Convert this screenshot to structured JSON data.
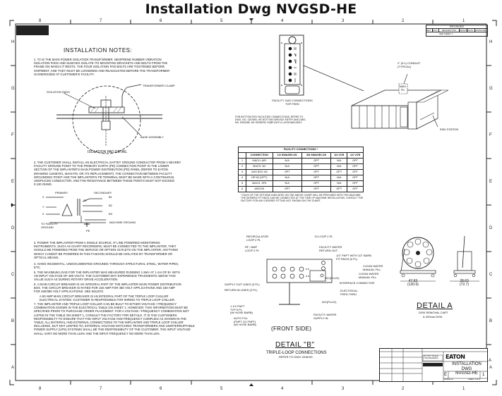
{
  "title": "Installation Dwg NVGSD-HE",
  "border": {
    "columns_top": [
      "8",
      "7",
      "6",
      "5",
      "4",
      "3",
      "2",
      "1"
    ],
    "columns_bottom": [
      "8",
      "7",
      "6",
      "5",
      "4",
      "3",
      "2",
      "1"
    ],
    "rows_left": [
      "H",
      "G",
      "F",
      "E",
      "D",
      "C",
      "B",
      "A"
    ],
    "rows_right": [
      "H",
      "G",
      "F",
      "E",
      "D",
      "C",
      "B",
      "A"
    ]
  },
  "revisions_block": {
    "title": "REVISIONS",
    "headers": [
      "REV",
      "ECO",
      "DESCRIPTION",
      "DRAFT",
      "DATE",
      "APPROVED"
    ],
    "row": [
      "",
      "",
      "SEE SHEET 1",
      "",
      "",
      ""
    ]
  },
  "notes": {
    "heading": "INSTALLATION NOTES:",
    "note1": "1. T2 IS THE MAIN POWER ISOLATION TRANSFORMER. NEOPRENE RUBBER VIBRATION ISOLATION PADS AND SLEEVES ISOLATE ITS MOUNTING BRACKETS AND BOLTS FROM THE FRAME ON WHICH IT RESTS. THE FOUR ISOLATION PAD BOLTS ARE TIGHTENED BEFORE SHIPMENT, AND THEY MUST BE LOOSENED AND READJUSTED BEFORE THE TRANSFORMER IS ENERGIZED AT CUSTOMER'S FACILITY.",
    "note2": "2. THE CUSTOMER SHALL INSTALL AN ELECTRICAL SAFTEY GROUND CONDUCTOR FROM A NEARBY FACILITY GROUND POINT TO THE PRIMARY EARTH (PE) CONNECTION POINT IN THE LOWER SECTION OF THE IMPLANTER'S MAIN POWER DISTRIBUTION (PD) PANEL (REFER TO EATON DRAWING 1194670/1, MAIN PD, OR ITS REPLACEMENT). THE CONNECTION BETWEEN FACILITY GROUNDING POINT AND THE IMPLANTER'S PE TERMINAL MUST BE MADE WITH A CONTINUOUS, UNSPLICED CONDUCTOR, AND THE RESISTANCE BETWEEN THESE POINTS MUST NOT EXCEED 0.100 OHMS.",
    "note3": "3. POWER THE IMPLANTER FROM A SINGLE SOURCE. IF LINE POWERED MONITORING INSTRUMENTS, SUCH AS CHART RECORDERS, MUST BE CONNECTED TO THE IMPLANTER, THEY SHOULD BE POWERED FROM THE SERVICE OR OPTION OUTLETS ON THE IMPLANTER. ANYTHING WHICH CANNOT BE POWERED IN THIS FASHION SHOULD BE ISOLATED BY TRANSFORMER OR OPTICAL MEANS.",
    "note4": "4. AVOID INCIDENTAL, UNDOCUMENTED GROUNDS THROUGH STRUCTURAL STEEL, WATER PIPES, ETC.",
    "note5": "5. THE MAXIMUM LOAD FOR THE IMPLANTER WAS MEASURED RUNNING 1 MeV AT 1 mA OF B+ WITH AN INPUT VOLTAGE OF 480 VOLTS. THE CUSTOMER MAY EXPERIENCE TRANSIENTS ABOVE THIS VALUE SUCH AS DURING ROTARY DRIVE ACCELERATION.",
    "note6": "6. A MAIN CIRCUIT BREAKER IS AN INTEGRAL PART OF THE IMPLANTER MAIN POWER DISTRIBUTION BOX. THE CIRCUIT BREAKER IS RATED FOR 150 AMP FOR 480 VOLT APPLICATIONS AND 180 AMP FOR 400/380 VOLT APPLICATIONS. SEE 8411070.",
    "note6b": "A 60 AMP MAIN CIRCUIT BREAKER IS AN INTEGRAL PART OF THE TRIPLE LOOP CHILLER ELECTRICAL SYSTEM. CUSTOMER IS RESPONSIBLE FOR WIRING TO TRIPLE LOOP CHILLER.",
    "note7": "7. THE IMPLANTER AND TRIPLE LOOP CHILLER CAN BE BUILT TO EITHER VOLTAGE / FREQUENCY COMBINATION SHOWN IN THE ELECTRICAL TABLE ON SHEET 1. HOWEVER, THIS INFORMATION MUST BE SPECIFIED PRIOR TO PURCHASE ORDER PLACEMENT. FOR A VOLTAGE / FREQUENCY COMBINATION NOT LISTED IN THE TABLE ON SHEET 1, CONSULT THE FACTORY FOR DETAILS. IT IS THE CUSTOMERS RESPONSIBILTY TO ENSURE THAT THE INPUT VOLTAGE AND FREQUENCY COMPLIES AS SHOWN IN THE TABLE; ALL MATERIAL AND EXTERNAL CONNECTIONS TO THE IMPLANTER AND TRIPLE LOOP CHILLER INCLUDING, BUT NOT LIMITED TO, EXTERNAL VOLTAGE MATCHING TRANSFORMERS AND UNINTERRUPTABLE POWER SUPPLY (UPS) SYSTEMS SHALL BE THE RESPONSIBILTY OF THE CUSTOMER. THE INPUT VOLTAGE SHALL VARY NO MORE THAN ±10% AND THE INPUT FREQUENCY NO MORE THAN ±5%."
  },
  "isolation_detail": {
    "label_pads": "ISOLATION PADS",
    "label_clamp": "TRANSFORMER CLAMP",
    "label_base": "BASE ASSEMBLY",
    "caption": "ISOLATION PAD DETAIL"
  },
  "transformer": {
    "primary": "PRIMARY",
    "secondary": "SECONDARY",
    "t2": "T2",
    "x": "X",
    "y": "Y",
    "z": "Z",
    "b1": "B1",
    "b2": "B2",
    "b3": "B3",
    "facility_ground": "TO FACILITY\nGROUND",
    "machine_ground": "MACHINE GROUND",
    "pe": "PE"
  },
  "gas_panel": {
    "caption1": "FACILITY GAS CONNECTIONS",
    "caption2": "TOP FEED",
    "bottom_note": "FOR BOTTOM FED FACILITIES CONNECTIONS, REFER TO DWG. NO. 1157890, HE BOTTOM SERVICE ENTRY AND DWG. NO. 8300285, HE GENERIC SUBPLATE & LAYDOWN ASSY."
  },
  "machine": {
    "conduit": "2\" (5.1) CONDUIT\n(TYPICAL)",
    "main_pd": "MAIN\nPD",
    "end_station": "END STATION"
  },
  "facility_connections": {
    "title": "FACILITY CONNECTIONS *",
    "headers": [
      "",
      "CONNECTION",
      "1/4 SWAGELOK",
      "3/8 SWAGELOK",
      "1/4 VCR",
      "1/2 VCR"
    ],
    "rows": [
      [
        "1",
        "MACH. AIR",
        "N/A",
        "OPT",
        "N/A",
        "OPT"
      ],
      [
        "2",
        "MACH. N2",
        "N/A",
        "OPT",
        "N/A",
        "OPT"
      ],
      [
        "3",
        "GAS BOX N2",
        "OPT",
        "OPT",
        "OPT",
        "OPT"
      ],
      [
        "4",
        "HP N2 (OPT)",
        "N/A",
        "OPT",
        "N/A",
        "OPT"
      ],
      [
        "5",
        "MACH. SF6",
        "N/A",
        "OPT",
        "N/A",
        "OPT"
      ],
      [
        "6",
        "ARGON",
        "OPT",
        "OPT",
        "OPT",
        "OPT"
      ]
    ],
    "footnote": "* EACH OF THE OPTIONS INDICATED ON THE ABOVE CHART WILL BE PROVIDED WITH THE MACHINE. THE DESIRED FITTINGS CAN BE CONNECTED AT THE TIME OF MACHINE INSTALLATION. CONTACT THE FACTORY FOR ANY DESIRED FITTING NOT SHOWN ON THE CHART."
  },
  "detail_b": {
    "labels": {
      "recirculator": "RECIRCULATOR\nLOOP 2 PL",
      "rf_amp": "RF / AMP\nLOOP 2 PL",
      "di_loop": "DI LOOP 2 PL",
      "facility_return": "FACILITY WATER\nRETURN OUT",
      "npt_barb": "1/2\" FNPT WITH 1/2\" BARB\nFITTINGS (6 PL)",
      "clean_water_1": "CLEAN WATER\nMANUAL FILL",
      "clean_water_2": "CLEAN WATER\nMANUAL FILL",
      "nc_plug_1": "N/C(PLUG)",
      "interface": "INTERFACE CONNECTOR",
      "electrical": "ELECTRICAL\nFEED-THRU",
      "supply_out": "SUPPLY OUT LINES (3 PL)",
      "return_in": "RETURN IN LINES (3 PL)",
      "fnpt_112": "1 1/2 FNPT\nTYP 6 PL\n(W/ HOSE BARB)",
      "auto_fill": "AUTO FILL\n(FNPT 1/2 FNPT)\n(W/ HOSE BARB)",
      "nc_plug_2": "N/C(PLUG)",
      "facility_supply": "FACILITY WATER\nSUPPLY IN"
    },
    "front_side": "(FRONT SIDE)",
    "title": "DETAIL \"B\"",
    "subtitle": "TRIPLE-LOOP CONNECTIONS",
    "ref": "REFER TO DWG 1908190"
  },
  "detail_a": {
    "dim1": "47.63",
    "dim1_mm": "(120.9)",
    "dim2": "28.63",
    "dim2_mm": "(72.7)",
    "title": "DETAIL  A",
    "subtitle1": "DISK REMOVAL CART",
    "subtitle2": "& 200mm DISK"
  },
  "title_block": {
    "dwg_title_line1": "INSTALLATION DWG",
    "dwg_title_line2": "NVGSD-HE",
    "size": "E",
    "rev": "1",
    "scale": "SCALE 1/1",
    "sheet": "SHEET 2 OF 4",
    "do_not_scale": "DO NOT SCALE\nTHIS DRAWING",
    "company": "EATON"
  },
  "colors": {
    "line": "#111111",
    "paper": "#ffffff"
  }
}
